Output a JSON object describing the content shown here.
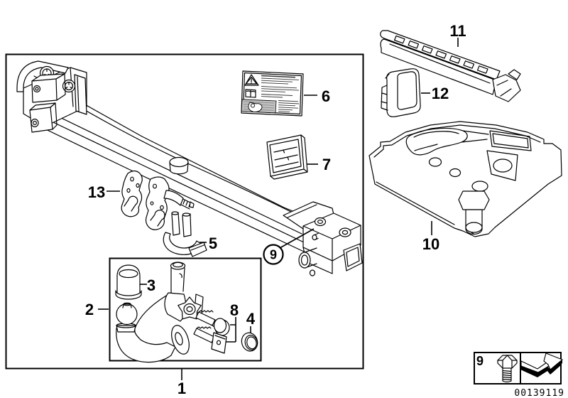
{
  "diagram": {
    "type": "exploded-parts-diagram",
    "doc_number": "00139119",
    "colors": {
      "line": "#000000",
      "background": "#ffffff"
    },
    "callouts": {
      "c1": "1",
      "c2": "2",
      "c3": "3",
      "c4": "4",
      "c5": "5",
      "c6": "6",
      "c7": "7",
      "c8": "8",
      "c9": "9",
      "c10": "10",
      "c11": "11",
      "c12": "12",
      "c13": "13"
    },
    "legend": {
      "ref": "9",
      "icons": [
        "bolt-icon",
        "direction-of-travel-arrow-icon"
      ]
    },
    "warning_label_icons": [
      "warning-triangle-icon",
      "owners-manual-icon"
    ]
  }
}
